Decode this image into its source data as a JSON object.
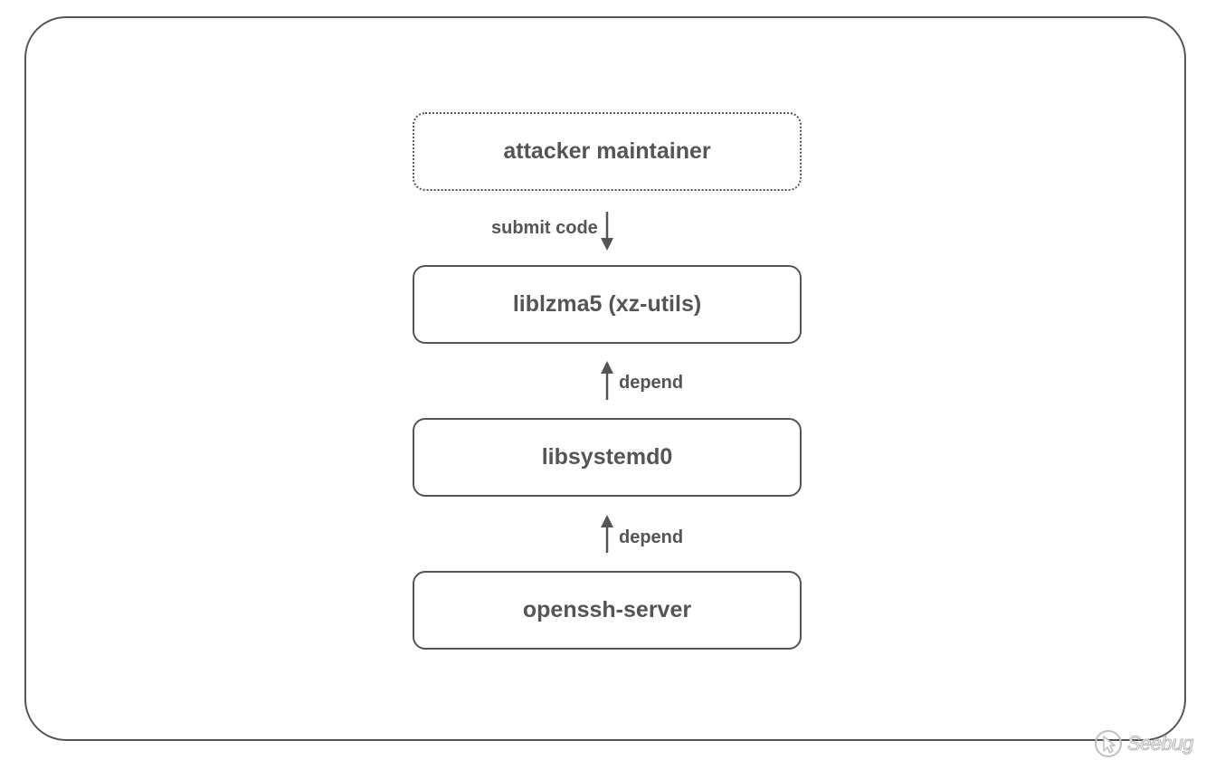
{
  "diagram": {
    "nodes": [
      {
        "id": "attacker",
        "label": "attacker maintainer",
        "style": "dotted"
      },
      {
        "id": "liblzma",
        "label": "liblzma5 (xz-utils)",
        "style": "solid"
      },
      {
        "id": "libsystemd",
        "label": "libsystemd0",
        "style": "solid"
      },
      {
        "id": "openssh",
        "label": "openssh-server",
        "style": "solid"
      }
    ],
    "edges": [
      {
        "from": "attacker",
        "to": "liblzma",
        "label": "submit code",
        "direction": "down"
      },
      {
        "from": "libsystemd",
        "to": "liblzma",
        "label": "depend",
        "direction": "up"
      },
      {
        "from": "openssh",
        "to": "libsystemd",
        "label": "depend",
        "direction": "up"
      }
    ],
    "colors": {
      "stroke": "#555555",
      "text": "#555555",
      "background": "#ffffff"
    }
  },
  "watermark": {
    "text": "Seebug",
    "icon": "seebug-logo-icon"
  }
}
